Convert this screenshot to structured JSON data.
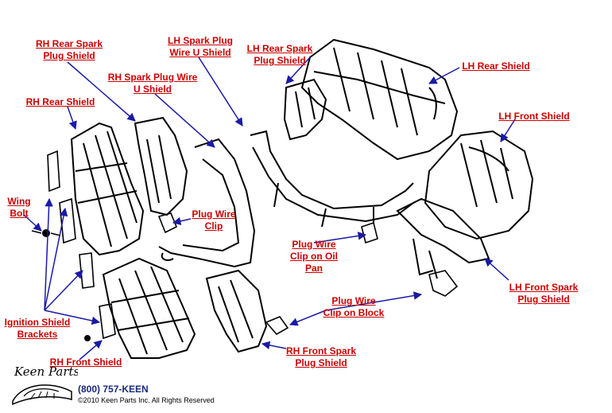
{
  "labels": {
    "rh_rear_spark": [
      "RH Rear Spark",
      "Plug Shield"
    ],
    "lh_spark_plug_wire_u": [
      "LH Spark Plug",
      "Wire U Shield"
    ],
    "lh_rear_spark": [
      "LH Rear Spark",
      "Plug Shield"
    ],
    "lh_rear_shield": [
      "LH Rear Shield"
    ],
    "rh_spark_plug_wire_u": [
      "RH Spark Plug Wire",
      "U Shield"
    ],
    "rh_rear_shield": [
      "RH Rear Shield"
    ],
    "lh_front_shield": [
      "LH Front Shield"
    ],
    "wing_bolt": [
      "Wing",
      "Bolt"
    ],
    "plug_wire_clip": [
      "Plug Wire",
      "Clip"
    ],
    "plug_wire_clip_oil_pan": [
      "Plug Wire",
      "Clip on Oil",
      "Pan"
    ],
    "lh_front_spark": [
      "LH Front Spark",
      "Plug Shield"
    ],
    "plug_wire_clip_block": [
      "Plug Wire",
      "Clip on Block"
    ],
    "ignition_shield_brackets": [
      "Ignition Shield",
      "Brackets"
    ],
    "rh_front_shield": [
      "RH Front Shield"
    ],
    "rh_front_spark": [
      "RH Front Spark",
      "Plug Shield"
    ]
  },
  "footer": {
    "logo_text": "Keen Parts",
    "phone": "(800) 757-KEEN",
    "copyright": "©2010 Keen Parts Inc. All Rights Reserved"
  },
  "colors": {
    "label": "#cc0000",
    "arrow": "#1a1aa6",
    "line_art": "#000000"
  }
}
